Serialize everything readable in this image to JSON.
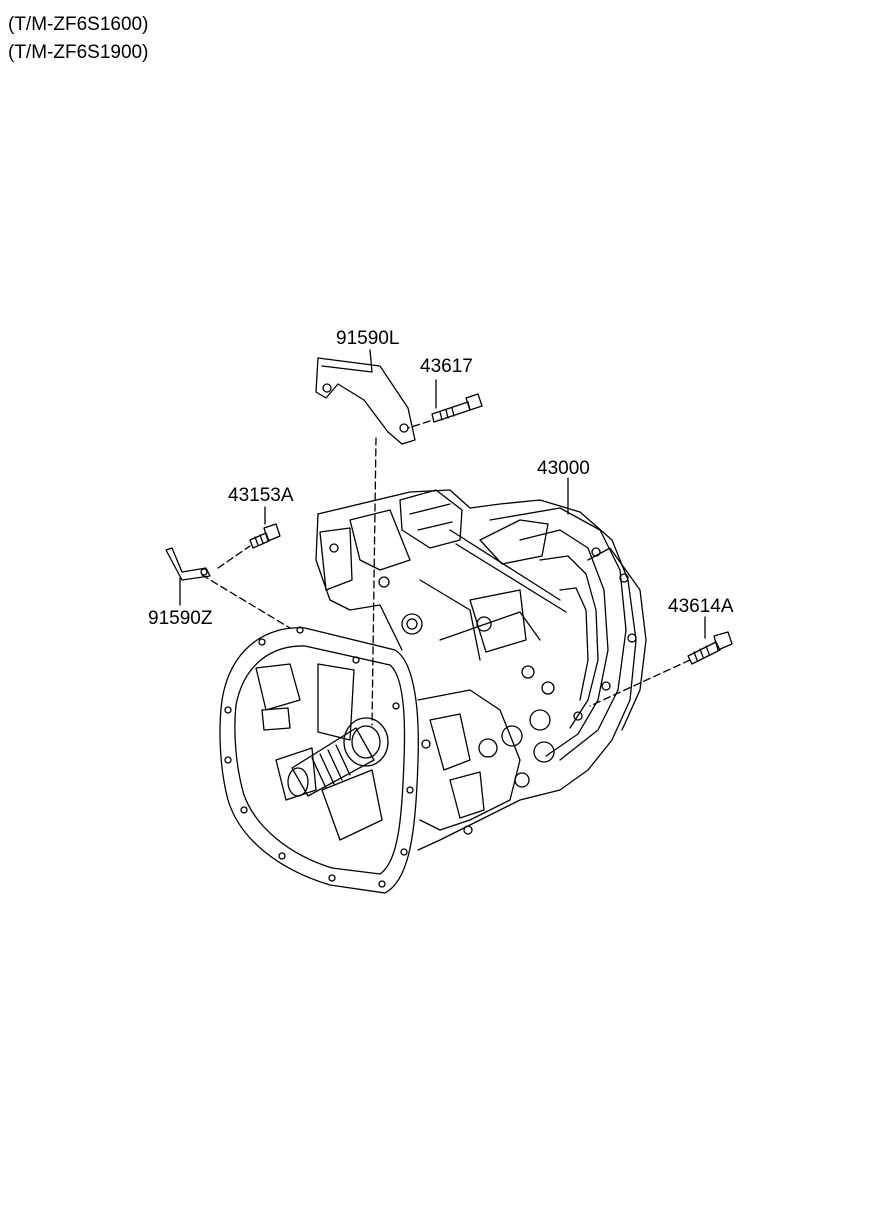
{
  "header": {
    "models": [
      "(T/M-ZF6S1600)",
      "(T/M-ZF6S1900)"
    ]
  },
  "parts": {
    "p91590L": "91590L",
    "p43617": "43617",
    "p43000": "43000",
    "p43153A": "43153A",
    "p91590Z": "91590Z",
    "p43614A": "43614A"
  },
  "colors": {
    "line": "#000000",
    "background": "#ffffff"
  }
}
